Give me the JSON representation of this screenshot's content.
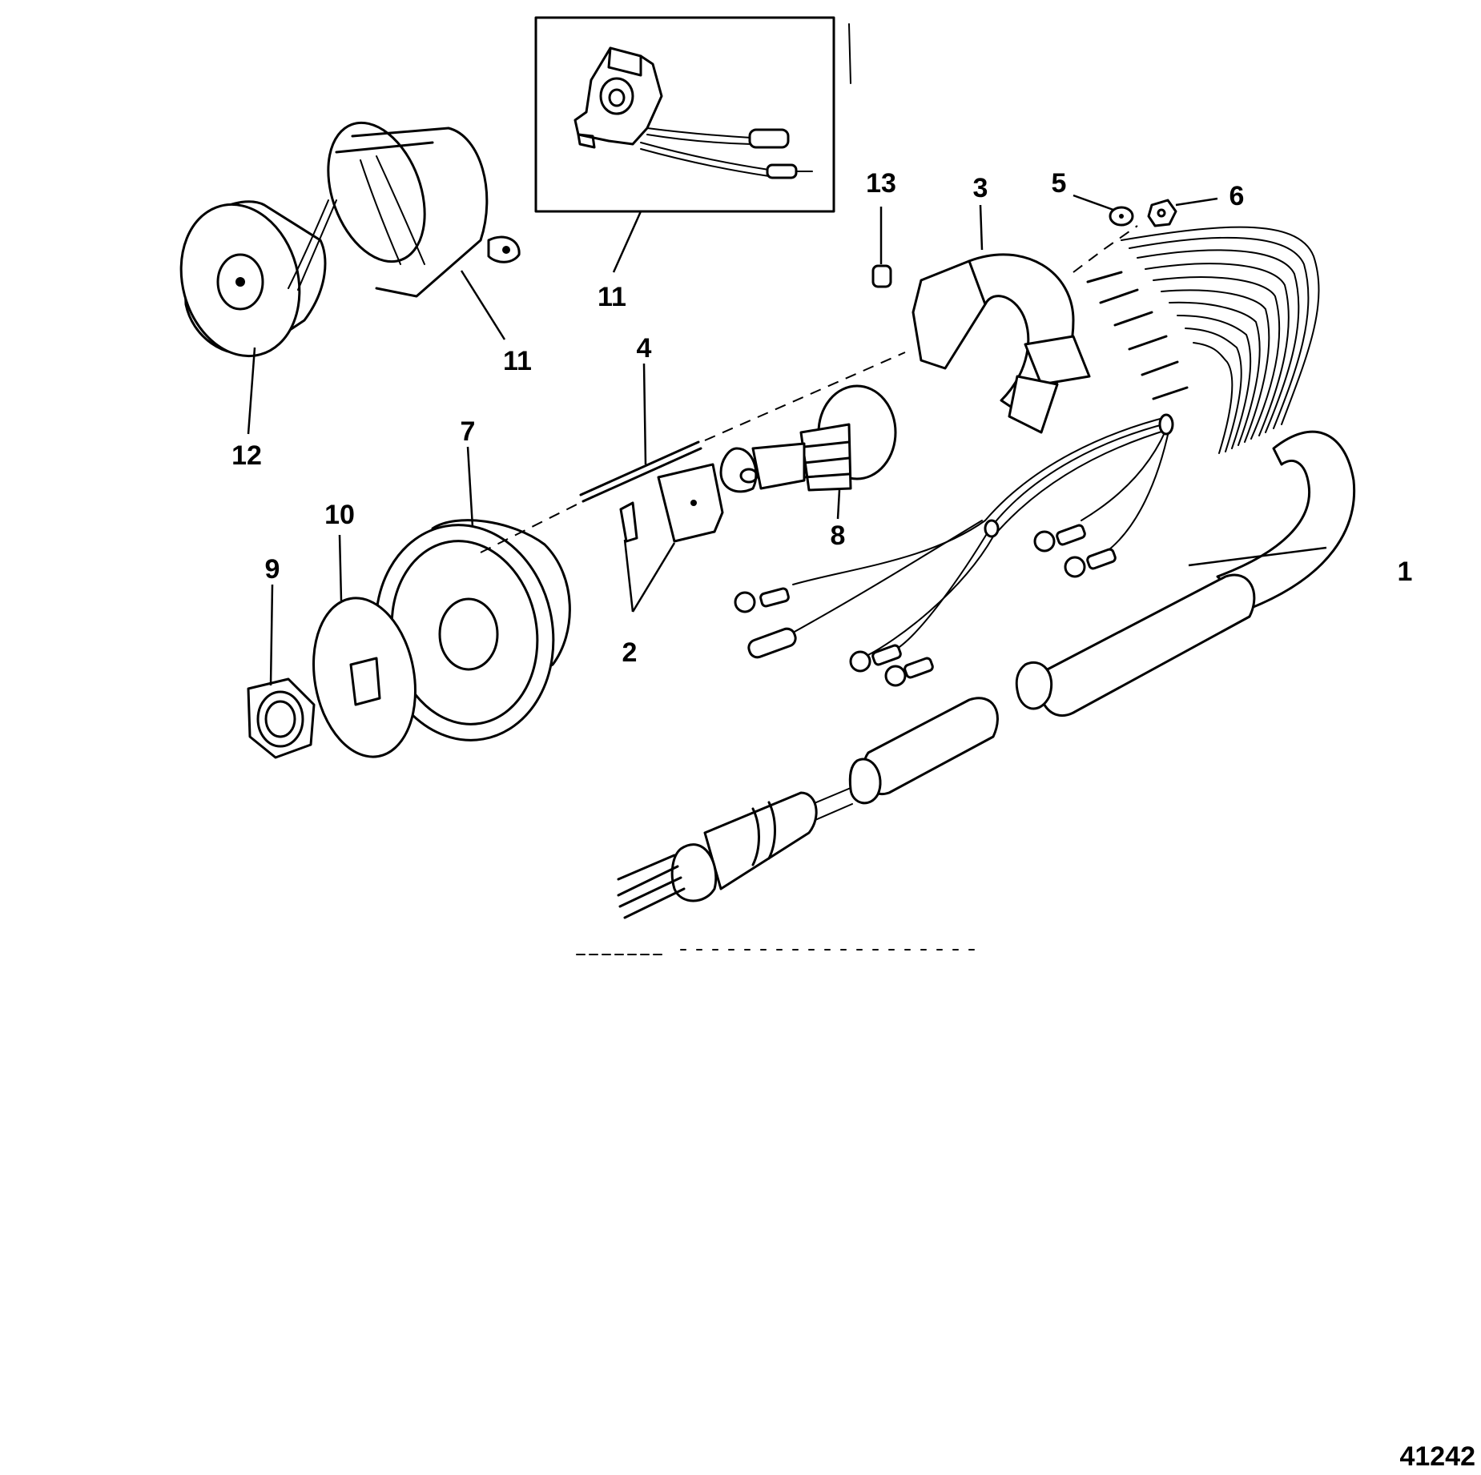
{
  "callouts": {
    "c1": "1",
    "c2": "2",
    "c3": "3",
    "c4": "4",
    "c5": "5",
    "c6": "6",
    "c7": "7",
    "c8": "8",
    "c9": "9",
    "c10": "10",
    "c11_inset": "11",
    "c11_housing": "11",
    "c12": "12",
    "c13": "13"
  },
  "figure_number": "41242"
}
